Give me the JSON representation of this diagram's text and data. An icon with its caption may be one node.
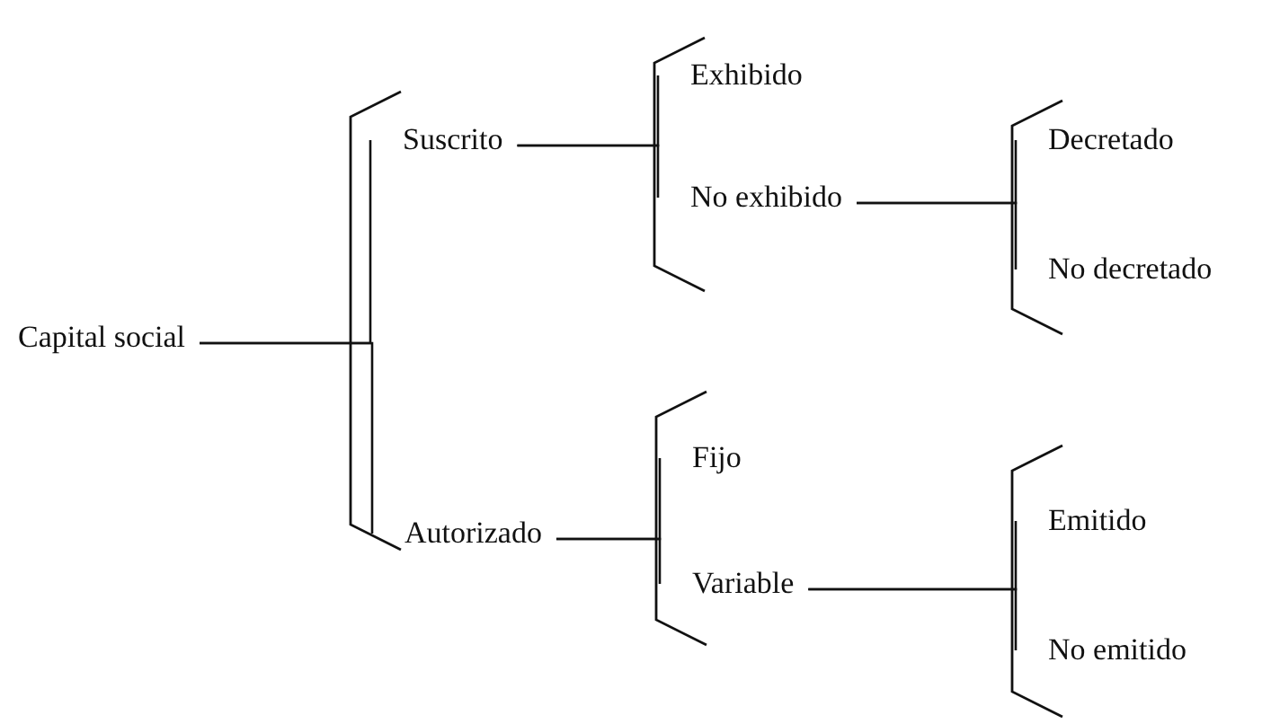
{
  "diagram": {
    "nodes": [
      {
        "text": [
          "Capital social"
        ]
      },
      {
        "text": [
          "Suscrito"
        ]
      },
      {
        "text": [
          "Autorizado"
        ]
      },
      {
        "text": [
          "Exhibido"
        ]
      },
      {
        "text": [
          "No exhibido"
        ]
      },
      {
        "text": [
          "Decretado"
        ]
      },
      {
        "text": [
          "No decretado"
        ]
      },
      {
        "text": [
          "Fijo"
        ]
      },
      {
        "text": [
          "Variable"
        ]
      },
      {
        "text": [
          "Emitido"
        ]
      },
      {
        "text": [
          "No emitido"
        ]
      }
    ],
    "edges": [
      {
        "from": 0,
        "to": 1,
        "arrow": "none"
      },
      {
        "from": 0,
        "to": 2,
        "arrow": "none"
      },
      {
        "from": 1,
        "to": 3,
        "arrow": "none"
      },
      {
        "from": 1,
        "to": 4,
        "arrow": "none"
      },
      {
        "from": 4,
        "to": 5,
        "arrow": "none"
      },
      {
        "from": 4,
        "to": 6,
        "arrow": "none"
      },
      {
        "from": 2,
        "to": 7,
        "arrow": "none"
      },
      {
        "from": 2,
        "to": 8,
        "arrow": "none"
      },
      {
        "from": 8,
        "to": 9,
        "arrow": "none"
      },
      {
        "from": 8,
        "to": 10,
        "arrow": "none"
      }
    ]
  }
}
